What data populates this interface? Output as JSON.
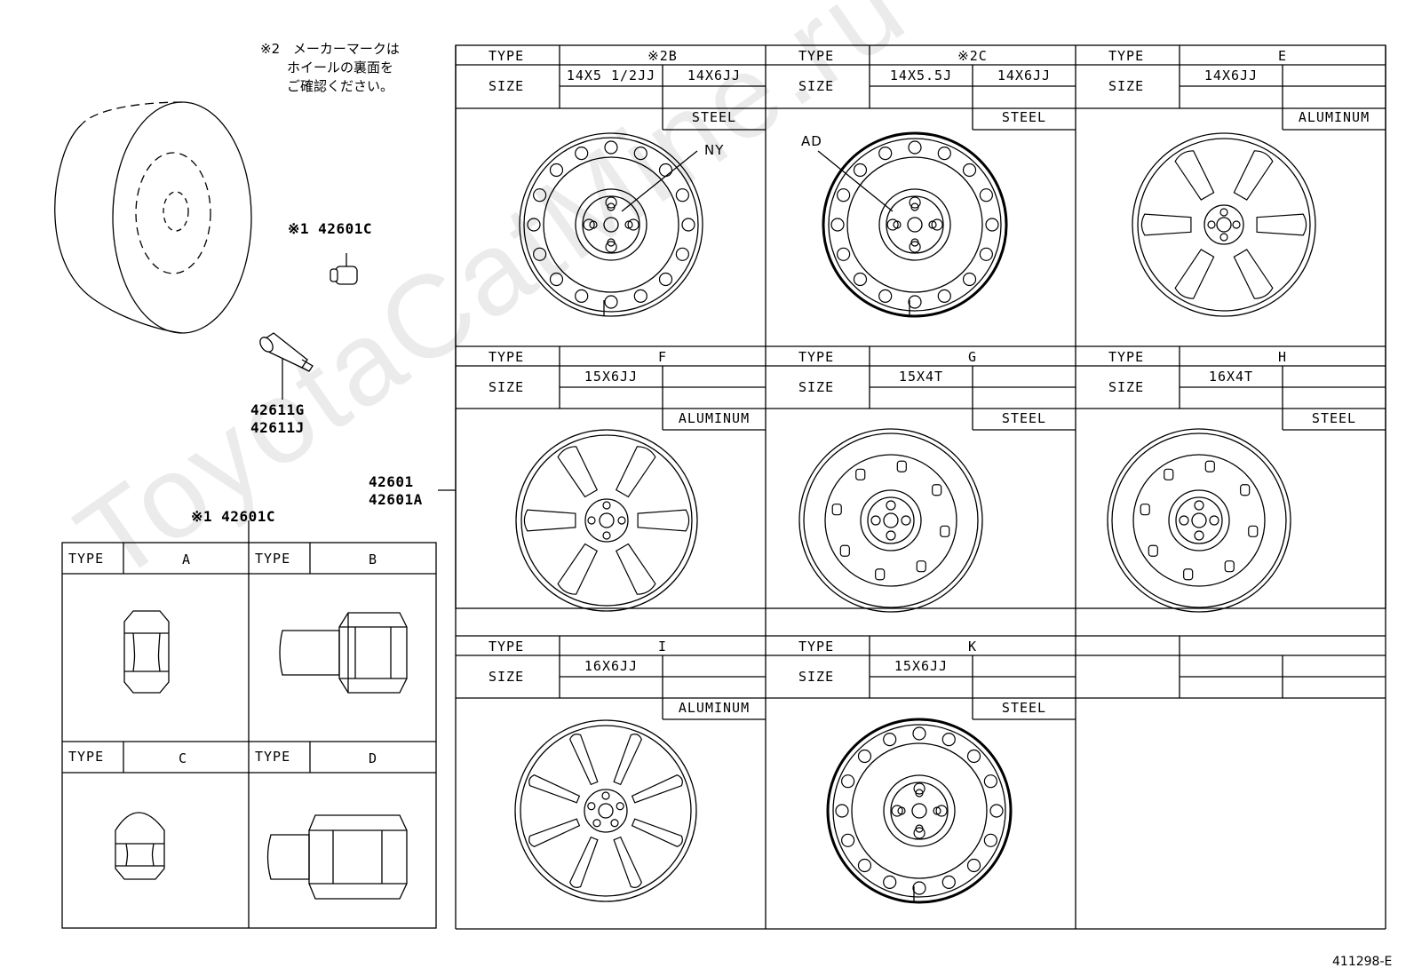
{
  "watermark": "ToyotaCatMine.ru",
  "note": {
    "mark": "※2",
    "lines": [
      "メーカーマークは",
      "ホイールの裏面を",
      "ご確認ください。"
    ]
  },
  "parts": {
    "nut_top": "※1 42601C",
    "valve_1": "42611G",
    "valve_2": "42611J",
    "wheel_1": "42601",
    "wheel_2": "42601A",
    "nut_table": "※1 42601C"
  },
  "wheel_grid": {
    "type_label": "TYPE",
    "size_label": "SIZE",
    "cells": [
      {
        "type": "※2B",
        "sizes": [
          "14X5 1/2JJ",
          "14X6JJ"
        ],
        "material": "STEEL",
        "callout": "NY"
      },
      {
        "type": "※2C",
        "sizes": [
          "14X5.5J",
          "14X6JJ"
        ],
        "material": "STEEL",
        "callout": "AD"
      },
      {
        "type": "E",
        "sizes": [
          "14X6JJ"
        ],
        "material": "ALUMINUM"
      },
      {
        "type": "F",
        "sizes": [
          "15X6JJ"
        ],
        "material": "ALUMINUM"
      },
      {
        "type": "G",
        "sizes": [
          "15X4T"
        ],
        "material": "STEEL"
      },
      {
        "type": "H",
        "sizes": [
          "16X4T"
        ],
        "material": "STEEL"
      },
      {
        "type": "I",
        "sizes": [
          "16X6JJ"
        ],
        "material": "ALUMINUM"
      },
      {
        "type": "K",
        "sizes": [
          "15X6JJ"
        ],
        "material": "STEEL"
      }
    ]
  },
  "nut_grid": {
    "type_label": "TYPE",
    "types": [
      "A",
      "B",
      "C",
      "D"
    ]
  },
  "figure_id": "411298-E"
}
